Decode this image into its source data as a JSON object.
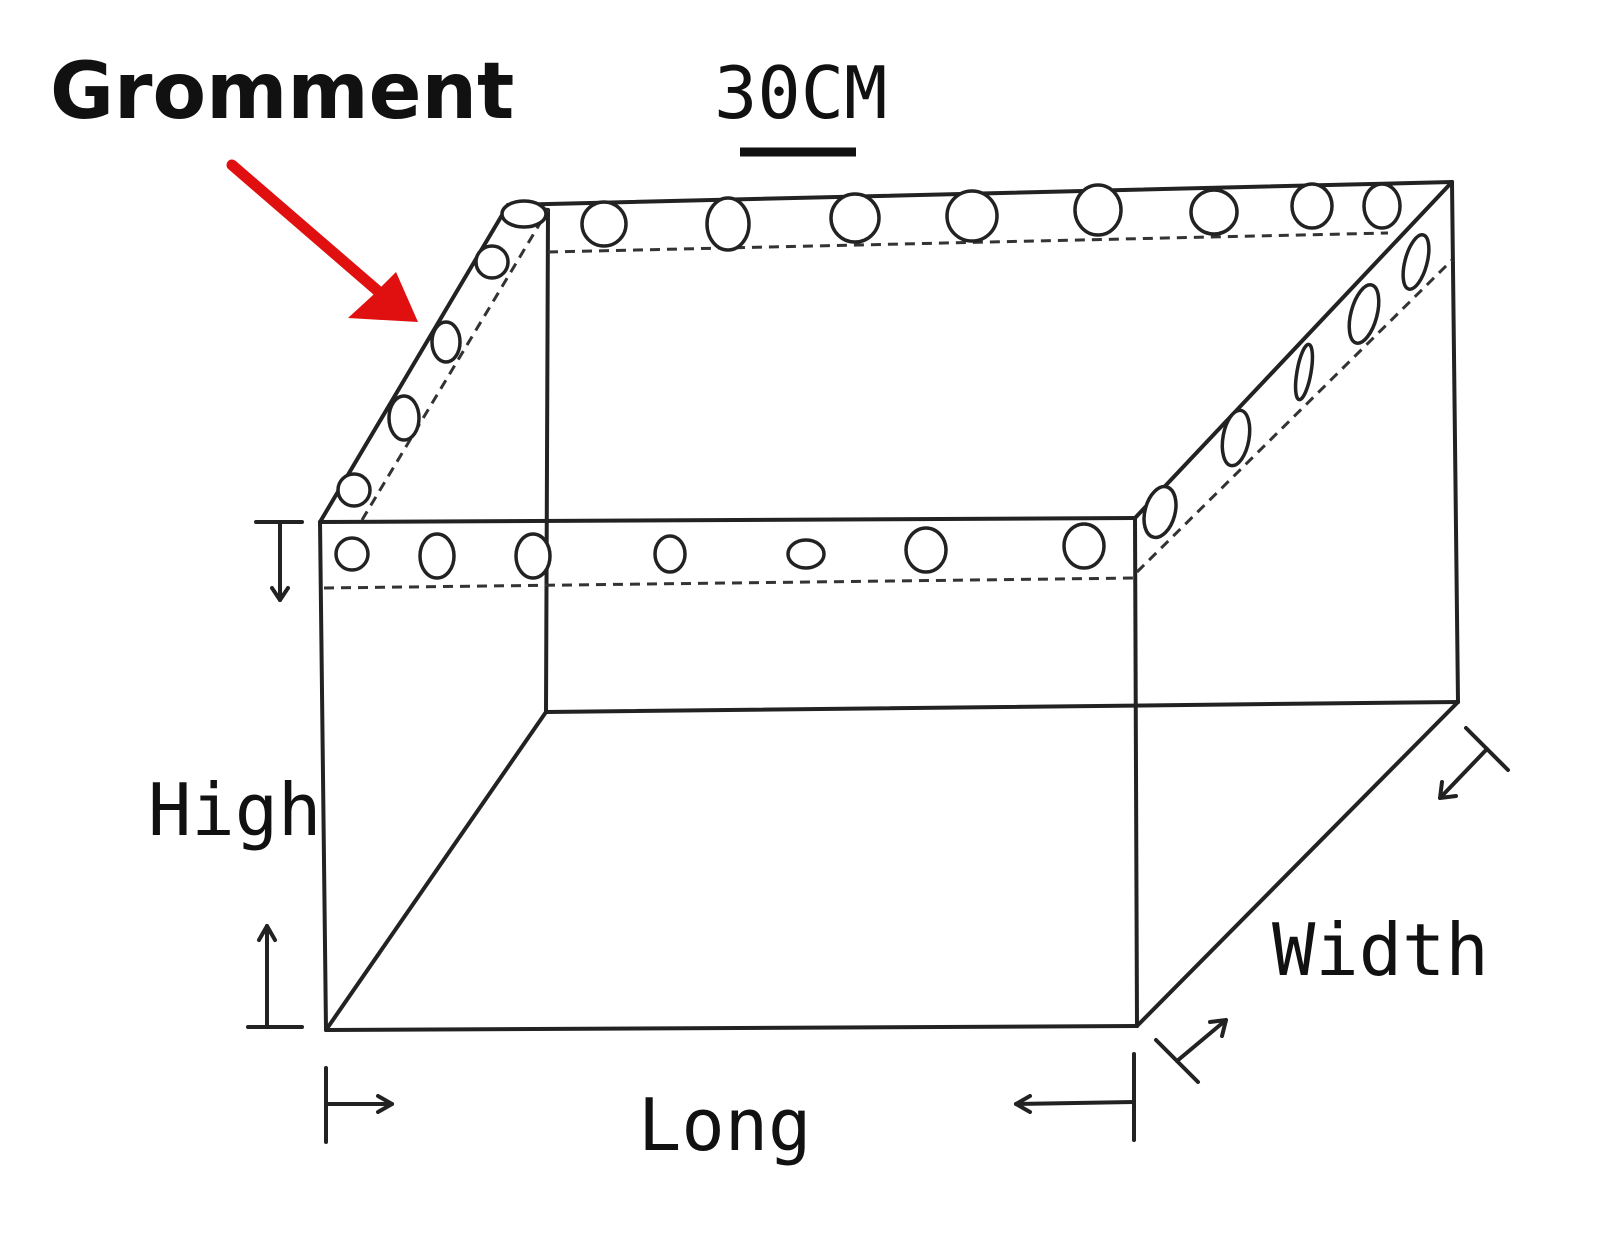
{
  "labels": {
    "grommet": "Gromment",
    "hem_height": "30CM",
    "high": "High",
    "long": "Long",
    "width": "Width"
  },
  "colors": {
    "arrow": "#e01010",
    "lines": "#222222"
  }
}
